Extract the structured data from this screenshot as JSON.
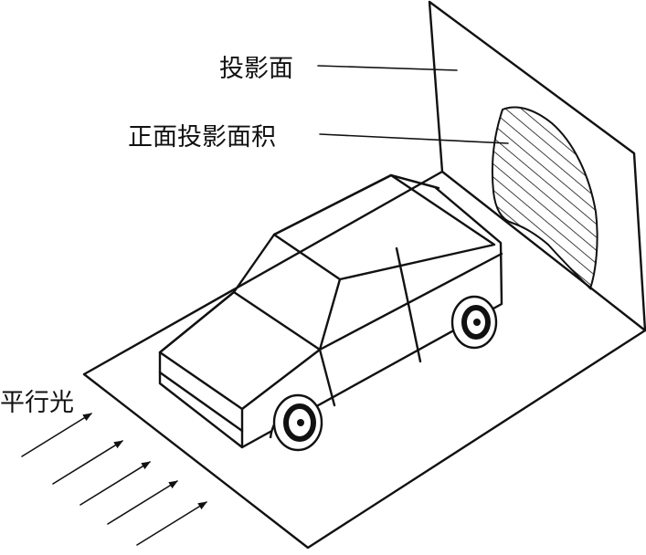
{
  "labels": {
    "projection_plane": "投影面",
    "frontal_projected_area": "正面投影面积",
    "parallel_light": "平行光"
  },
  "colors": {
    "ink": "#111111",
    "background": "#ffffff"
  }
}
